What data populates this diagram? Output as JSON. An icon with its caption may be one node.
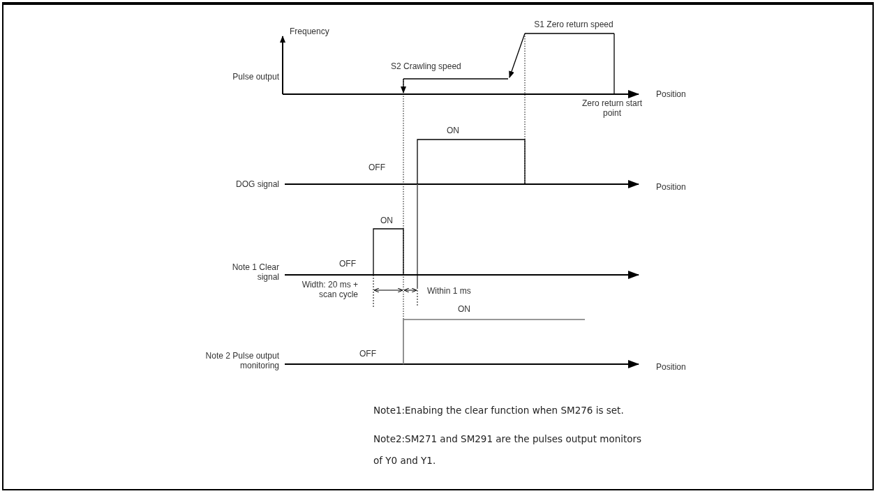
{
  "diagram": {
    "labels": [
      "Frequency",
      "S1 Zero return speed",
      "S2 Crawling speed",
      "Pulse output",
      "Position",
      "Zero return start point",
      "ON",
      "OFF",
      "DOG signal",
      "Position",
      "ON",
      "OFF",
      "Note 1 Clear signal",
      "Width: 20 ms + scan cycle",
      "Within 1 ms",
      "ON",
      "OFF",
      "Note 2 Pulse output monitoring",
      "Position",
      "Note1:Enabing the clear function when SM276 is set.",
      "Note2:SM271 and SM291 are the pulses output monitors of Y0 and Y1."
    ]
  }
}
